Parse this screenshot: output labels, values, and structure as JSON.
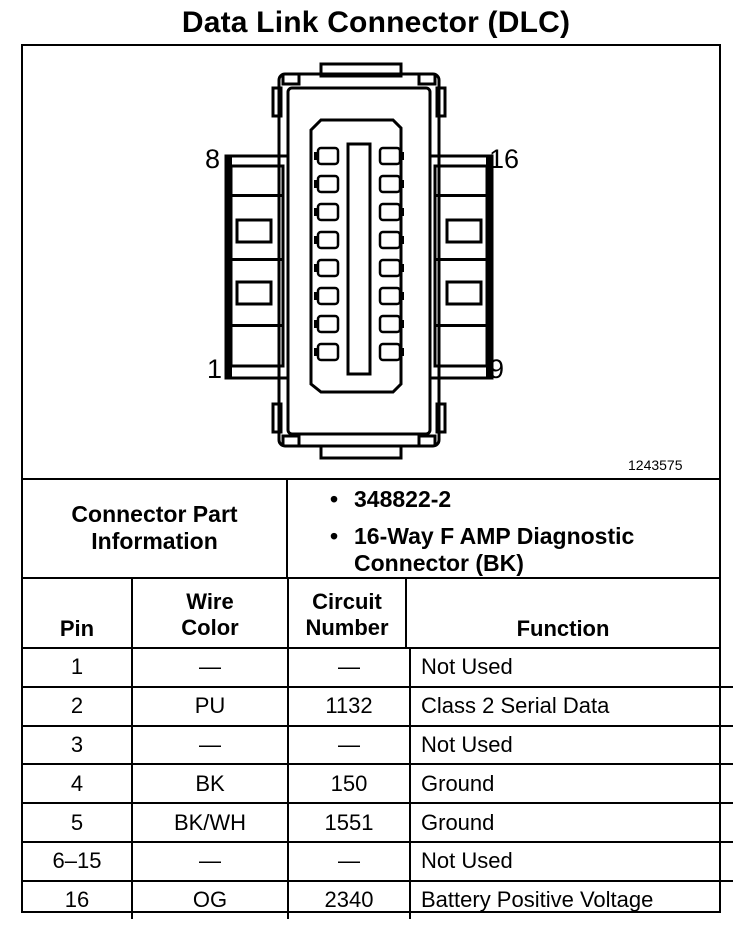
{
  "title": "Data Link Connector (DLC)",
  "diagram": {
    "pin_labels": {
      "top_left": "8",
      "top_right": "16",
      "bottom_left": "1",
      "bottom_right": "9"
    },
    "figure_number": "1243575"
  },
  "connector_info": {
    "label_line1": "Connector Part",
    "label_line2": "Information",
    "part_number": "348822-2",
    "description_line1": "16-Way F AMP Diagnostic",
    "description_line2": "Connector (BK)"
  },
  "table": {
    "headers": {
      "pin": "Pin",
      "wire_line1": "Wire",
      "wire_line2": "Color",
      "circuit_line1": "Circuit",
      "circuit_line2": "Number",
      "function": "Function"
    },
    "rows": [
      {
        "pin": "1",
        "wire": "—",
        "circuit": "—",
        "function": "Not Used"
      },
      {
        "pin": "2",
        "wire": "PU",
        "circuit": "1132",
        "function": "Class 2 Serial Data"
      },
      {
        "pin": "3",
        "wire": "—",
        "circuit": "—",
        "function": "Not Used"
      },
      {
        "pin": "4",
        "wire": "BK",
        "circuit": "150",
        "function": "Ground"
      },
      {
        "pin": "5",
        "wire": "BK/WH",
        "circuit": "1551",
        "function": "Ground"
      },
      {
        "pin": "6–15",
        "wire": "—",
        "circuit": "—",
        "function": "Not Used"
      },
      {
        "pin": "16",
        "wire": "OG",
        "circuit": "2340",
        "function": "Battery Positive Voltage"
      }
    ]
  }
}
